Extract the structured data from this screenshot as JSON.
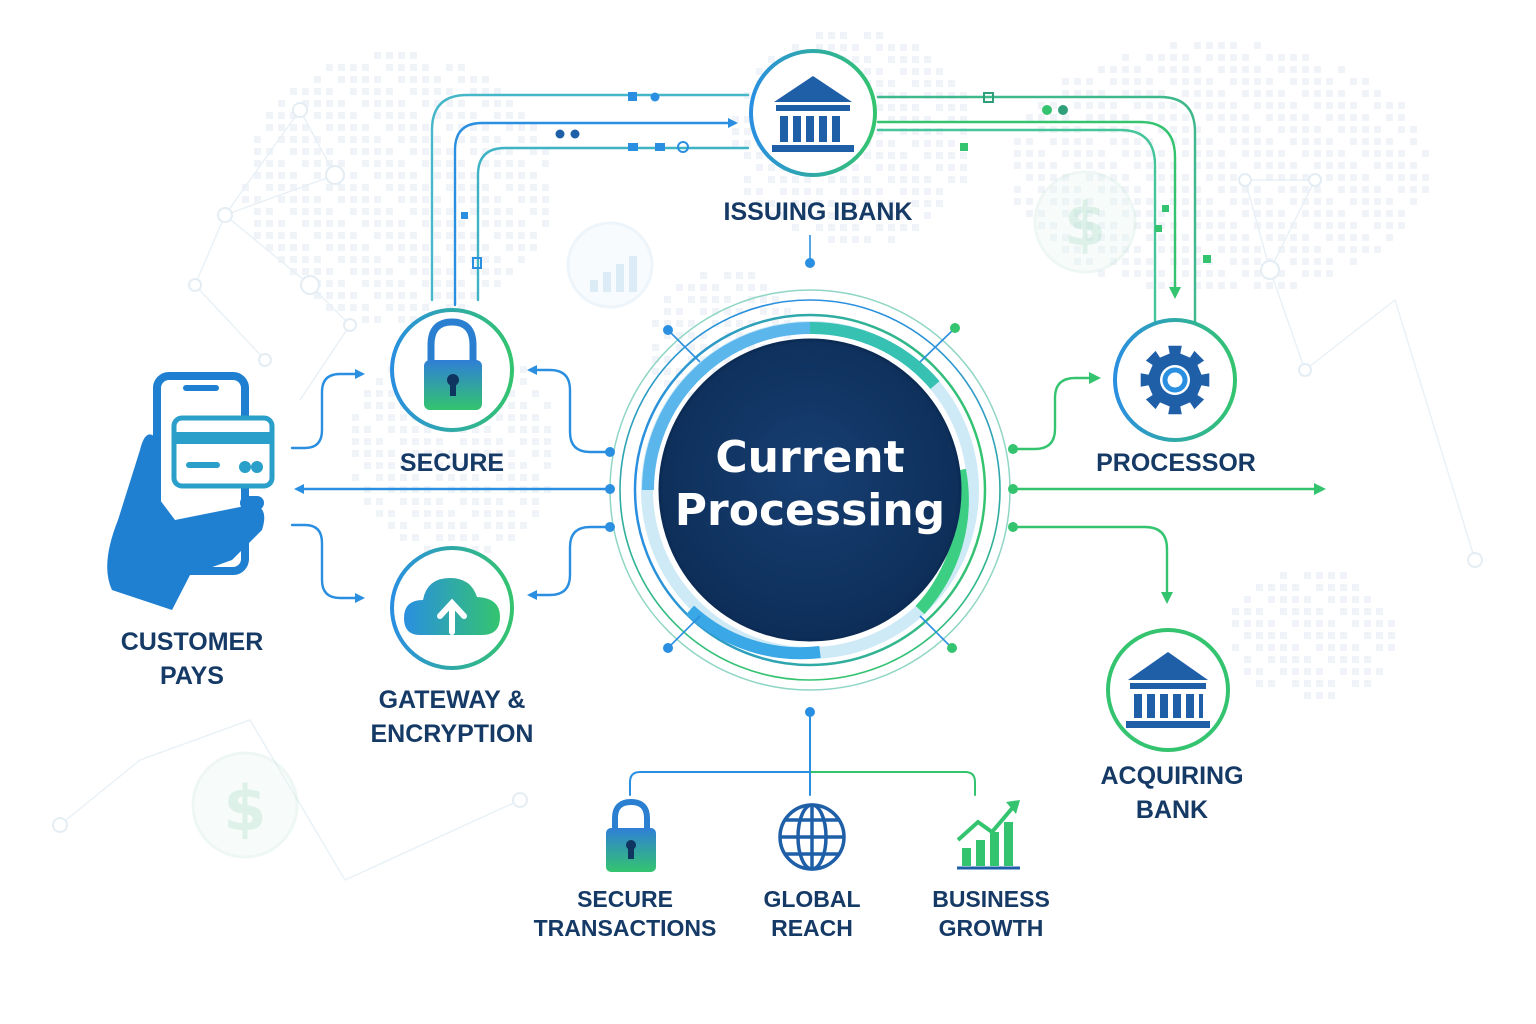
{
  "center": {
    "line1": "Current",
    "line2": "Processing"
  },
  "nodes": {
    "customer": {
      "line1": "CUSTOMER",
      "line2": "PAYS"
    },
    "secure": {
      "label": "SECURE"
    },
    "gateway": {
      "line1": "GATEWAY &",
      "line2": "ENCRYPTION"
    },
    "issuing_bank": {
      "label": "ISSUING IBANK"
    },
    "processor": {
      "label": "PROCESSOR"
    },
    "acquiring_bank": {
      "line1": "ACQUIRING",
      "line2": "BANK"
    }
  },
  "benefits": [
    {
      "line1": "SECURE",
      "line2": "TRANSACTIONS",
      "icon": "padlock-icon"
    },
    {
      "line1": "GLOBAL",
      "line2": "REACH",
      "icon": "globe-icon"
    },
    {
      "line1": "BUSINESS",
      "line2": "GROWTH",
      "icon": "growth-chart-icon"
    }
  ],
  "colors": {
    "navy": "#0f3460",
    "blue": "#2a8fe0",
    "green": "#34c46f",
    "text": "#163a66"
  }
}
